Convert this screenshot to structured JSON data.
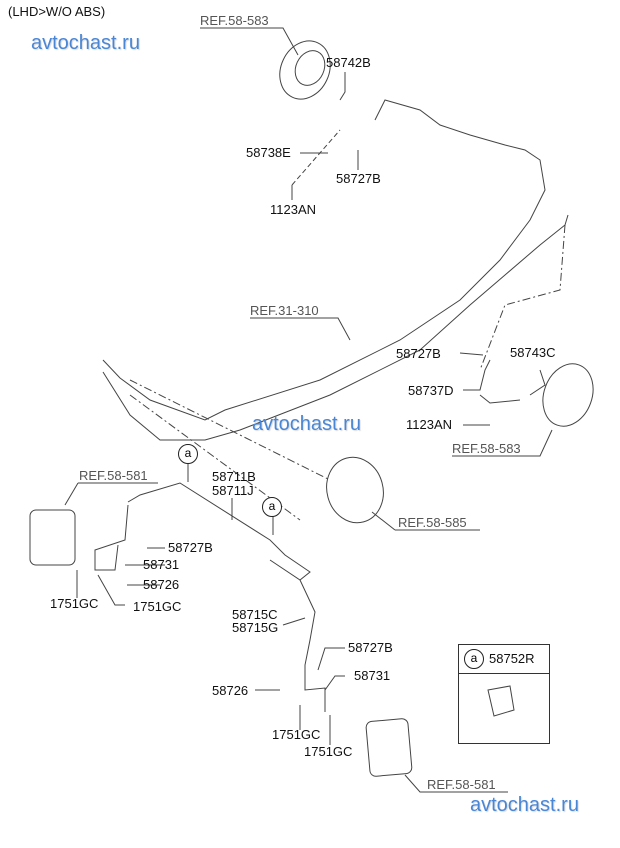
{
  "diagram": {
    "title": "(LHD>W/O ABS)",
    "watermarks": [
      "avtochast.ru",
      "avtochast.ru",
      "avtochast.ru"
    ],
    "refs": {
      "ref_top": "REF.58-583",
      "ref_pipe": "REF.31-310",
      "ref_right_drum": "REF.58-583",
      "ref_booster": "REF.58-585",
      "ref_left_caliper": "REF.58-581",
      "ref_bottom_caliper": "REF.58-581"
    },
    "parts": {
      "p58742B": "58742B",
      "p58738E": "58738E",
      "p58727B_top": "58727B",
      "p1123AN_top": "1123AN",
      "p58727B_right": "58727B",
      "p58743C": "58743C",
      "p58737D": "58737D",
      "p1123AN_right": "1123AN",
      "p58711B": "58711B",
      "p58711J": "58711J",
      "p58727B_left": "58727B",
      "p58731_left": "58731",
      "p58726_left": "58726",
      "p1751GC_a": "1751GC",
      "p1751GC_b": "1751GC",
      "p58715C": "58715C",
      "p58715G": "58715G",
      "p58727B_bottom": "58727B",
      "p58731_bottom": "58731",
      "p58726_bottom": "58726",
      "p1751GC_c": "1751GC",
      "p1751GC_d": "1751GC"
    },
    "callout": "a",
    "inset": {
      "marker": "a",
      "part": "58752R"
    },
    "colors": {
      "watermark": "#4a86d6",
      "lines": "#333333",
      "ref_text": "#555555"
    }
  }
}
